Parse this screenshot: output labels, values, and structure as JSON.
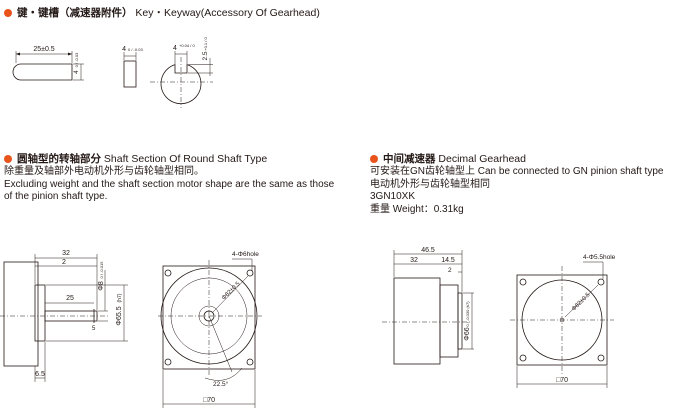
{
  "sections": {
    "key": {
      "title_cn": "键・键槽（减速器附件）",
      "title_en": "Key・Keyway(Accessory Of Gearhead)"
    },
    "round_shaft": {
      "title_cn": "圆轴型的转轴部分",
      "title_en": "Shaft Section Of Round Shaft Type",
      "line1": "除重量及轴部外电动机外形与齿轮轴型相同。",
      "line2": "Excluding weight and the shaft section motor shape are the same as those",
      "line3": "of the pinion shaft type."
    },
    "decimal": {
      "title_cn": "中间减速器",
      "title_en": "Decimal Gearhead",
      "line1": "可安装在GN齿轮轴型上 Can be connected to GN pinion shaft type",
      "line2": "电动机外形与齿轮轴型相同",
      "line3": "3GN10XK",
      "line4": "重量 Weight：0.31kg"
    }
  },
  "dimensions": {
    "key_length": "25±0.5",
    "key_height": "4",
    "key_height_tol": "0 / -0.03",
    "key_width": "4",
    "key_width_tol": "0 / -0.03",
    "keyway_width": "4",
    "keyway_width_tol": "+0.04 / 0",
    "keyway_depth": "2.5",
    "keyway_depth_tol": "+0.1 / 0",
    "shaft_len_32": "32",
    "shaft_len_2": "2",
    "shaft_len_25": "25",
    "shaft_dia": "Φ8",
    "shaft_dia_tol": "0 / -0.015",
    "pilot_dia": "Φ65.5",
    "pilot_dia_tol": "(h7)",
    "flange_6_5": "6.5",
    "dim_5": "5",
    "hole_note": "4-Φ6hole",
    "pcd": "Φ82±0.5",
    "angle": "22.5°",
    "square_70": "□70",
    "decimal_46_5": "46.5",
    "decimal_32": "32",
    "decimal_14_5": "14.5",
    "decimal_2": "2",
    "decimal_pilot": "Φ66",
    "decimal_pilot_tol": "0 / -0.030 (h7)",
    "decimal_hole_note": "4-Φ5.5hole",
    "decimal_pcd": "Φ82±0.5",
    "decimal_square": "□70"
  }
}
